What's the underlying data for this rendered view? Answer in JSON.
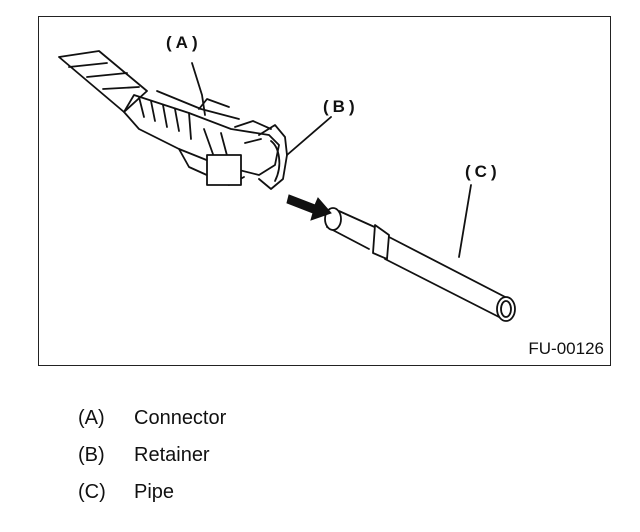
{
  "figure": {
    "code": "FU-00126",
    "callouts": {
      "a": "(A)",
      "b": "(B)",
      "c": "(C)"
    }
  },
  "legend": [
    {
      "key": "(A)",
      "label": "Connector"
    },
    {
      "key": "(B)",
      "label": "Retainer"
    },
    {
      "key": "(C)",
      "label": "Pipe"
    }
  ]
}
